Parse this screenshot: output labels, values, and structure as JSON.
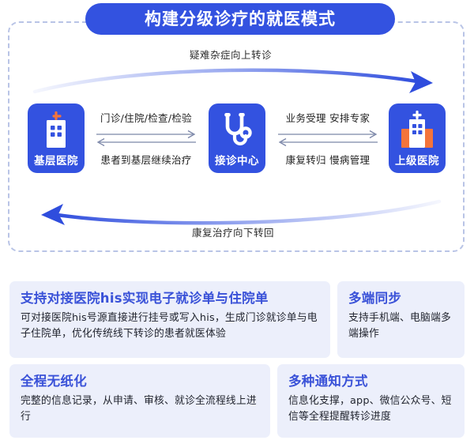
{
  "title_banner": {
    "text": "构建分级诊疗的就医模式",
    "bg_color": "#3352e0",
    "text_color": "#ffffff"
  },
  "flow": {
    "arc_up_label": "疑难杂症向上转诊",
    "arc_down_label": "康复治疗向下转回",
    "accent_color": "#3352e0",
    "nodes": [
      {
        "id": "primary-hospital",
        "label": "基层医院",
        "icon": "hospital-small-icon"
      },
      {
        "id": "reception-center",
        "label": "接诊中心",
        "icon": "stethoscope-icon"
      },
      {
        "id": "superior-hospital",
        "label": "上级医院",
        "icon": "hospital-large-icon"
      }
    ],
    "connectors": [
      {
        "id": "primary-to-center",
        "top_label": "门诊/住院/检查/检验",
        "bottom_label": "患者到基层继续治疗",
        "arrows": "bidirectional"
      },
      {
        "id": "center-to-superior",
        "top_label": "业务受理 安排专家",
        "bottom_label": "康复转归 慢病管理",
        "arrows": "bidirectional"
      }
    ]
  },
  "cards": [
    {
      "id": "his-integration",
      "title": "支持对接医院his实现电子就诊单与住院单",
      "body": "可对接医院his号源直接进行挂号或写入his，生成门诊就诊单与电子住院单，优化传统线下转诊的患者就医体验"
    },
    {
      "id": "multi-terminal-sync",
      "title": "多端同步",
      "body": "支持手机端、电脑端多端操作"
    },
    {
      "id": "paperless",
      "title": "全程无纸化",
      "body": "完整的信息记录，从申请、审核、就诊全流程线上进行"
    },
    {
      "id": "notifications",
      "title": "多种通知方式",
      "body": "信息化支撑，app、微信公众号、短信等全程提醒转诊进度"
    }
  ]
}
